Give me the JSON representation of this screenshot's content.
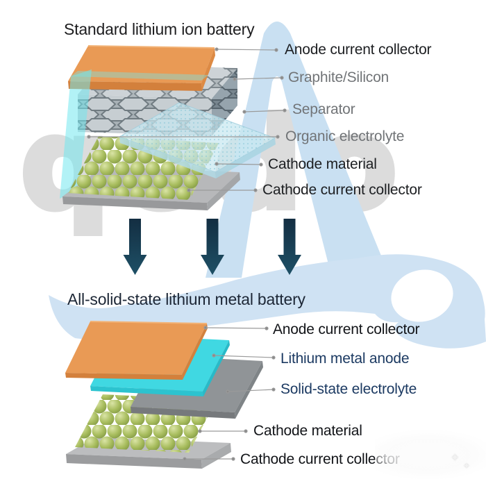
{
  "watermark": {
    "text": "qodo"
  },
  "top_battery": {
    "title": "Standard lithium ion battery",
    "labels": [
      {
        "text": "Anode current collector"
      },
      {
        "text": "Graphite/Silicon"
      },
      {
        "text": "Separator"
      },
      {
        "text": "Organic electrolyte"
      },
      {
        "text": "Cathode material"
      },
      {
        "text": "Cathode current collector"
      }
    ]
  },
  "bottom_battery": {
    "title": "All-solid-state lithium metal battery",
    "labels": [
      {
        "text": "Anode current collector"
      },
      {
        "text": "Lithium metal anode"
      },
      {
        "text": "Solid-state electrolyte"
      },
      {
        "text": "Cathode material"
      },
      {
        "text": "Cathode current collector"
      }
    ]
  },
  "sparkles": {
    "a": "✦",
    "b": "✦"
  },
  "colors": {
    "anode_collector_orange": "#e99a55",
    "lithium_metal_cyan": "#40d8e2",
    "cathode_green": "#a8bd5e",
    "collector_gray": "#b7b8ba",
    "electrolyte_gray": "#909497",
    "arrow_navy": "#1a3850",
    "label_navy": "#1c3a62",
    "label_dark": "#1d1f22",
    "label_muted": "#717477",
    "watermark_blue": "#cfe2f3",
    "watermark_gray": "#dcdcdc"
  }
}
